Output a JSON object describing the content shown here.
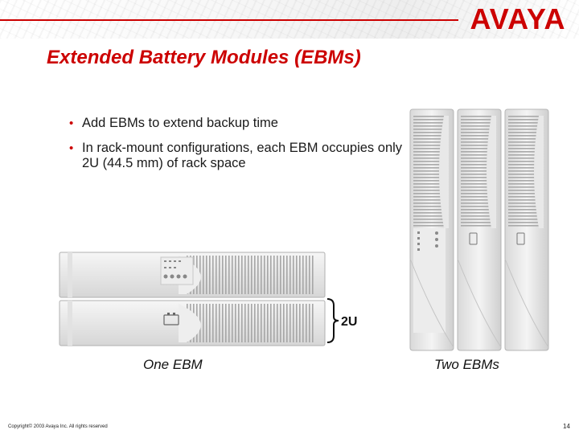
{
  "brand": {
    "logo_text": "AVAYA",
    "accent": "#cc0000"
  },
  "slide": {
    "title": "Extended Battery Modules (EBMs)",
    "bullets": [
      "Add EBMs to extend backup time",
      "In rack-mount configurations, each EBM occupies only 2U (44.5 mm) of rack space"
    ],
    "captions": {
      "one": "One EBM",
      "two": "Two EBMs"
    },
    "bracket_label": "2U",
    "footer": {
      "copyright": "Copyright© 2003 Avaya Inc. All rights reserved",
      "page": "14"
    }
  }
}
